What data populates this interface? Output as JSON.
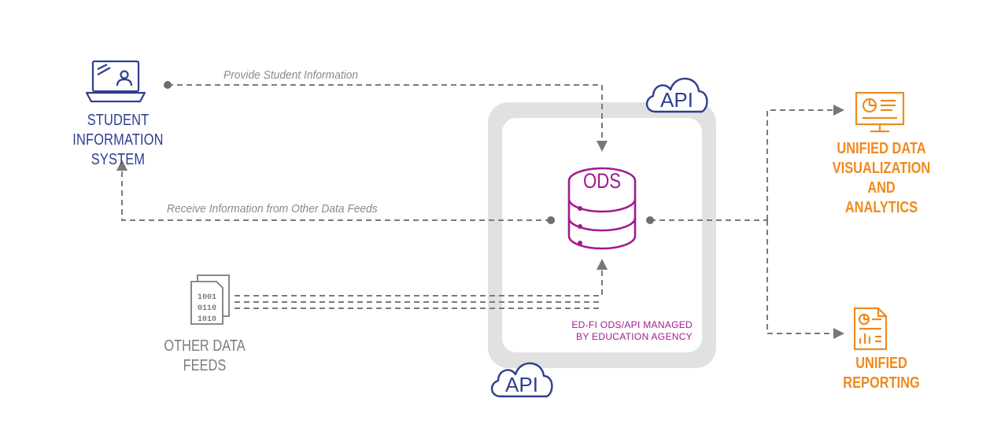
{
  "nodes": {
    "sis": {
      "line1": "STUDENT INFORMATION",
      "line2": "SYSTEM"
    },
    "feeds": {
      "line1": "OTHER DATA",
      "line2": "FEEDS"
    },
    "viz": {
      "line1": "UNIFIED DATA",
      "line2": "VISUALIZATION",
      "line3": "AND ANALYTICS"
    },
    "reporting": {
      "line1": "UNIFIED",
      "line2": "REPORTING"
    },
    "ods": {
      "label": "ODS"
    },
    "managed": {
      "line1": "ED-FI ODS/API MANAGED",
      "line2": "BY EDUCATION AGENCY"
    },
    "api_top": {
      "label": "API"
    },
    "api_bottom": {
      "label": "API"
    }
  },
  "flows": {
    "provide": "Provide Student Information",
    "receive": "Receive Information from Other Data Feeds"
  },
  "colors": {
    "blue": "#2e3f8f",
    "magenta": "#a21a8e",
    "orange": "#f08a1c",
    "gray": "#7c7c7c",
    "frame": "#e1e1e1"
  },
  "icons": [
    "laptop-icon",
    "binary-files-icon",
    "database-icon",
    "cloud-icon",
    "monitor-chart-icon",
    "report-document-icon"
  ]
}
